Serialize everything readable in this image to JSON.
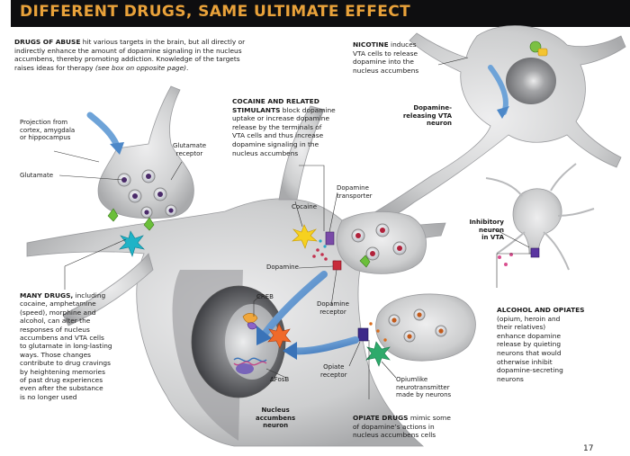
{
  "title": "DIFFERENT DRUGS, SAME ULTIMATE EFFECT",
  "intro": {
    "lead": "DRUGS OF ABUSE",
    "line1_rest": " hit various targets in the brain, but all directly or",
    "line2": "indirectly enhance the amount of dopamine signaling in the nucleus",
    "line3": "accumbens, thereby promoting addiction. Knowledge of the targets",
    "line4_main": "raises ideas for therapy ",
    "line4_italic": "(see box on opposite page)",
    "line4_end": "."
  },
  "cocaine_text": {
    "head1": "COCAINE AND RELATED",
    "head2_bold": "STIMULANTS",
    "head2_rest": " block dopamine",
    "line3": "uptake or increase dopamine",
    "line4": "release by the terminals of",
    "line5": "VTA cells and thus increase",
    "line6": "dopamine signaling in the",
    "line7": "nucleus accumbens"
  },
  "nicotine_text": {
    "head": "NICOTINE",
    "l1_rest": " induces",
    "l2": "VTA cells to release",
    "l3": "dopamine into the",
    "l4": "nucleus accumbens"
  },
  "many_drugs_text": {
    "head": "MANY DRUGS,",
    "l1_rest": " including",
    "lines": [
      "cocaine, amphetamine",
      "(speed), morphine and",
      "alcohol, can alter the",
      "responses of nucleus",
      "accumbens and VTA cells",
      "to glutamate in long-lasting",
      "ways. Those changes",
      "contribute to drug cravings",
      "by heightening memories",
      "of past drug experiences",
      "even after the substance",
      "is no longer used"
    ]
  },
  "alcohol_text": {
    "head": "ALCOHOL AND OPIATES",
    "lines": [
      "(opium, heroin and",
      "their relatives)",
      "enhance dopamine",
      "release by quieting",
      "neurons that would",
      "otherwise inhibit",
      "dopamine-secreting",
      "neurons"
    ]
  },
  "opiate_text": {
    "head": "OPIATE DRUGS",
    "l1_rest": " mimic some",
    "l2": "of dopamine’s actions in",
    "l3": "nucleus accumbens cells"
  },
  "labels": {
    "projection": [
      "Projection from",
      "cortex, amygdala",
      "or hippocampus"
    ],
    "glutamate_receptor": [
      "Glutamate",
      "receptor"
    ],
    "glutamate": "Glutamate",
    "dopamine_releasing": [
      "Dopamine-",
      "releasing VTA",
      "neuron"
    ],
    "dopamine_transporter": [
      "Dopamine",
      "transporter"
    ],
    "cocaine": "Cocaine",
    "dopamine": "Dopamine",
    "creb": "CREB",
    "dopamine_receptor": [
      "Dopamine",
      "receptor"
    ],
    "inhibitory_neuron": [
      "Inhibitory",
      "neuron",
      "in VTA"
    ],
    "opiate_receptor": [
      "Opiate",
      "receptor"
    ],
    "fosb": "∆FosB",
    "nucleus_accumbens": [
      "Nucleus",
      "accumbens",
      "neuron"
    ],
    "opiumlike": [
      "Opiumlike",
      "neurotransmitter",
      "made by neurons"
    ]
  },
  "page_number": "17",
  "colors": {
    "title_bar": "#0e0e10",
    "title_text": "#e9a23a",
    "neuron": "#c9cacb",
    "arrow": "#4d88c8",
    "text": "#1a1a1a"
  }
}
